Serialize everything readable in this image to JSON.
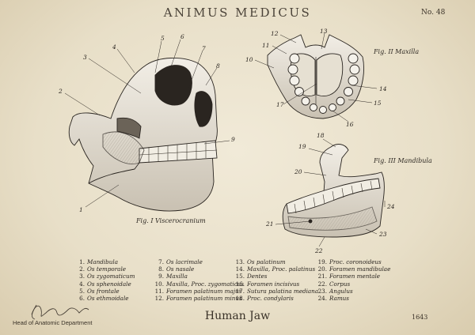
{
  "header": {
    "title": "ANIMUS MEDICUS",
    "plate_number": "No. 48"
  },
  "figures": {
    "fig1_caption": "Fig. I Viscerocranium",
    "fig2_caption": "Fig. II Maxilla",
    "fig3_caption": "Fig. III Mandibula"
  },
  "labels": {
    "n1": "1",
    "n2": "2",
    "n3": "3",
    "n4": "4",
    "n5": "5",
    "n6": "6",
    "n7": "7",
    "n8": "8",
    "n9": "9",
    "n10": "10",
    "n11": "11",
    "n12": "12",
    "n13": "13",
    "n14": "14",
    "n15": "15",
    "n16": "16",
    "n17": "17",
    "n18": "18",
    "n19": "19",
    "n20": "20",
    "n21": "21",
    "n22": "22",
    "n23": "23",
    "n24": "24"
  },
  "legend": {
    "col1": [
      {
        "n": "1.",
        "t": "Mandibula"
      },
      {
        "n": "2.",
        "t": "Os temporale"
      },
      {
        "n": "3.",
        "t": "Os zygomaticum"
      },
      {
        "n": "4.",
        "t": "Os sphenoidale"
      },
      {
        "n": "5.",
        "t": "Os frontale"
      },
      {
        "n": "6.",
        "t": "Os ethmoidale"
      }
    ],
    "col2": [
      {
        "n": "7.",
        "t": "Os lacrimale"
      },
      {
        "n": "8.",
        "t": "Os nasale"
      },
      {
        "n": "9.",
        "t": "Maxilla"
      },
      {
        "n": "10.",
        "t": "Maxilla, Proc. zygomaticus"
      },
      {
        "n": "11.",
        "t": "Foramen palatinum majus"
      },
      {
        "n": "12.",
        "t": "Foramen palatinum minus"
      }
    ],
    "col3": [
      {
        "n": "13.",
        "t": "Os palatinum"
      },
      {
        "n": "14.",
        "t": "Maxilla, Proc. palatinus"
      },
      {
        "n": "15.",
        "t": "Dentes"
      },
      {
        "n": "16.",
        "t": "Foramen incisivus"
      },
      {
        "n": "17.",
        "t": "Sutura palatina mediana"
      },
      {
        "n": "18.",
        "t": "Proc. condylaris"
      }
    ],
    "col4": [
      {
        "n": "19.",
        "t": "Proc. coronoideus"
      },
      {
        "n": "20.",
        "t": "Foramen mandibulae"
      },
      {
        "n": "21.",
        "t": "Foramen mentale"
      },
      {
        "n": "22.",
        "t": "Corpus"
      },
      {
        "n": "23.",
        "t": "Angulus"
      },
      {
        "n": "24.",
        "t": "Ramus"
      }
    ]
  },
  "footer": {
    "signature_caption": "Head of Anatomic Department",
    "plate_title": "Human Jaw",
    "year": "1643"
  },
  "colors": {
    "paper": "#ebe3d0",
    "ink": "#2a2520",
    "bone": "#d8d2c4"
  }
}
